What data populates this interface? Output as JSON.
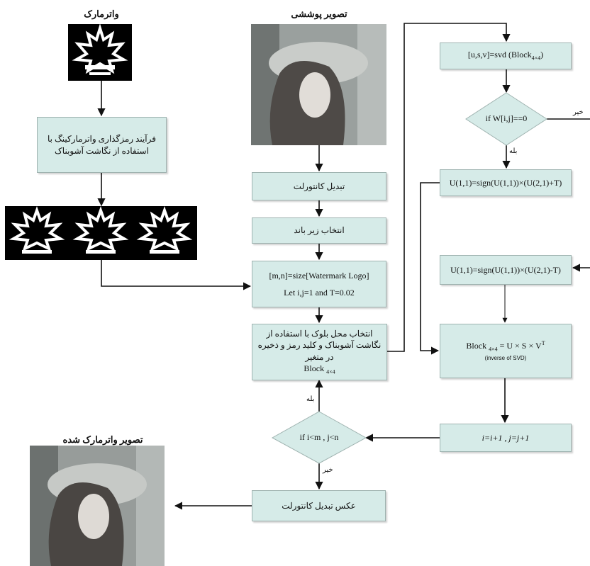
{
  "titles": {
    "watermark": "واترمارک",
    "cover_image": "تصویر پوششی",
    "watermarked_image": "تصویر واترمارک شده"
  },
  "boxes": {
    "encrypt": "فرآیند رمزگذاری واترمارکینگ با استفاده از نگاشت آشوبناک",
    "contourlet": "تبدیل کانتورلت",
    "subband": "انتخاب زیر باند",
    "size_line1": "[m,n]=size[Watermark Logo]",
    "size_line2": "Let i,j=1  and  T=0.02",
    "select_block": "انتخاب محل بلوک با استفاده از نگاشت آشوبناک و کلید رمز و ذخیره در متغیر",
    "select_block_tail": "Block",
    "select_block_sub": "4×4",
    "inverse_contourlet": "عکس تبدیل کانتورلت",
    "svd": "[u,s,v]=svd (Block",
    "svd_sub": "4×4",
    "svd_close": ")",
    "u_plus": "U(1,1)=sign(U(1,1))×(U(2,1)+T)",
    "u_minus": "U(1,1)=sign(U(1,1))×(U(2,1)-T)",
    "rebuild_prefix": "Block",
    "rebuild_sub": "4×4",
    "rebuild_eq": "= U × S × V",
    "rebuild_sup": "T",
    "rebuild_note": "(inverse of SVD)",
    "increment": "i=i+1 , j=j+1"
  },
  "decisions": {
    "w_check": "if  W[i,j]==0",
    "loop_check": "if  i<m , j<n"
  },
  "edge_labels": {
    "yes_w": "بله",
    "no_w": "خیر",
    "yes_loop": "بله",
    "no_loop": "خیر"
  },
  "colors": {
    "box_fill": "#d6ebe8",
    "box_border": "#9fb3b0",
    "line": "#111111"
  }
}
